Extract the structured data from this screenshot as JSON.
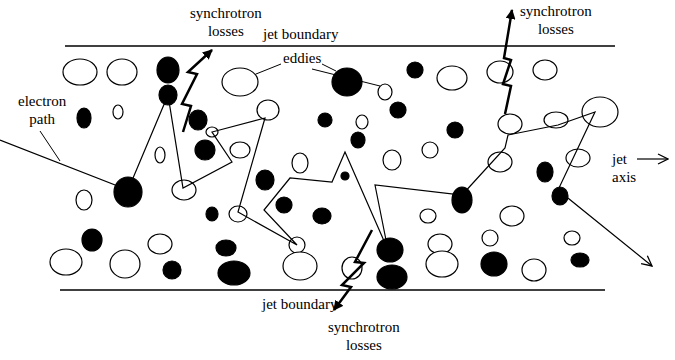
{
  "diagram": {
    "labels": [
      "synchrotron losses",
      "synchrotron losses",
      "jet boundary",
      "eddies",
      "electron path",
      "jet axis",
      "jet boundary",
      "synchrotron losses"
    ]
  }
}
